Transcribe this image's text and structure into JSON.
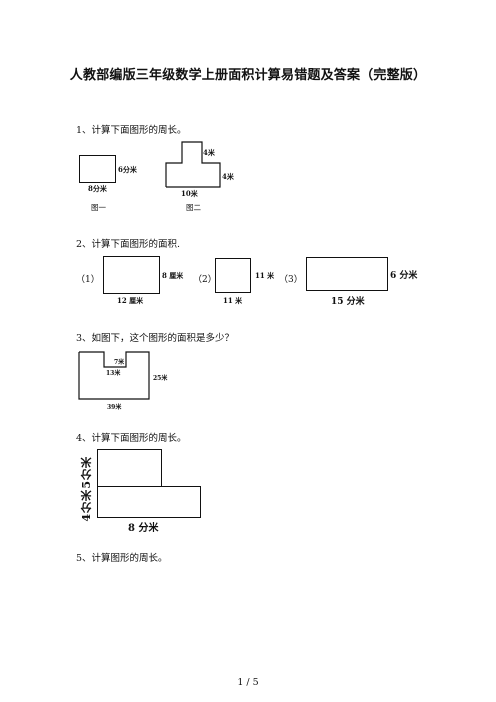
{
  "title": "人教部编版三年级数学上册面积计算易错题及答案（完整版）",
  "q1": {
    "text": "1、计算下面图形的周长。",
    "fig1": {
      "height": "6分米",
      "width": "8分米",
      "caption": "图一"
    },
    "fig2": {
      "top": "4米",
      "right": "4米",
      "bottom": "10米",
      "caption": "图二"
    }
  },
  "q2": {
    "text": "2、计算下面图形的面积.",
    "fig1": {
      "index": "（1）",
      "side": "8 厘米",
      "bottom": "12 厘米"
    },
    "fig2": {
      "index": "（2）",
      "side": "11 米",
      "bottom": "11 米"
    },
    "fig3": {
      "index": "（3）",
      "side": "6 分米",
      "bottom": "15 分米"
    }
  },
  "q3": {
    "text": "3、如图下，这个图形的面积是多少？",
    "notch_height": "7米",
    "notch_width": "13米",
    "height": "25米",
    "width": "39米"
  },
  "q4": {
    "text": "4、计算下面图形的周长。",
    "upper": "5分米",
    "lower": "4分米",
    "bottom": "8 分米"
  },
  "q5": {
    "text": "5、计算图形的周长。"
  },
  "footer": "1 / 5"
}
